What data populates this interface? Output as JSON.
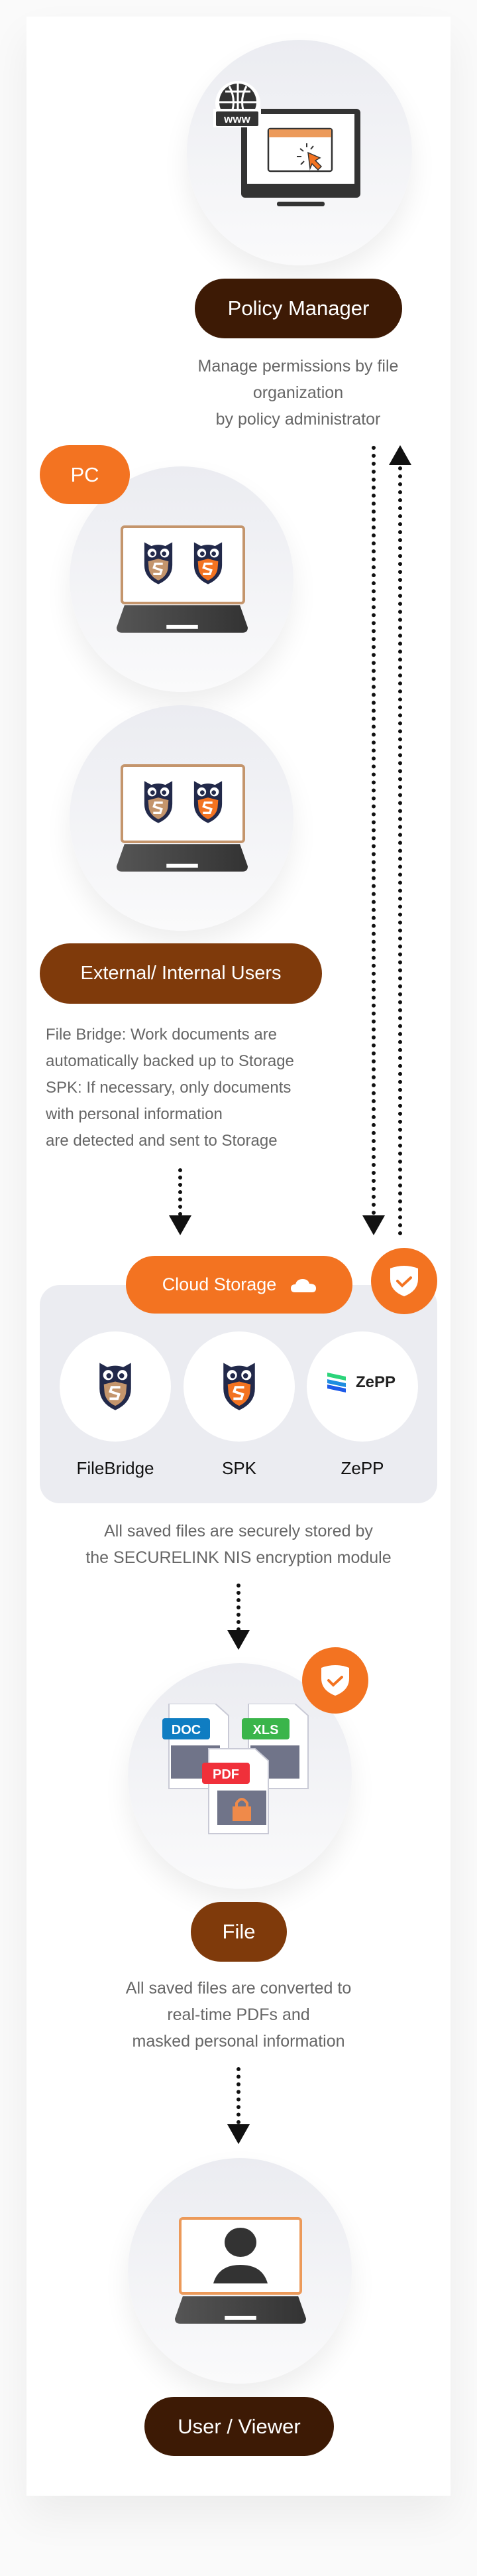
{
  "policy_manager": {
    "label": "Policy Manager",
    "icon_badge": "www",
    "description": [
      "Manage permissions by file",
      "organization",
      "by policy administrator"
    ]
  },
  "pc": {
    "label": "PC"
  },
  "users": {
    "label": "External/ Internal Users",
    "description": [
      "File Bridge: Work documents are",
      "automatically backed up to Storage",
      "SPK: If necessary, only documents",
      "with personal information",
      "are detected and sent to Storage"
    ]
  },
  "cloud_storage": {
    "label": "Cloud Storage",
    "products": [
      {
        "name": "FileBridge",
        "icon": "owl-tan-icon"
      },
      {
        "name": "SPK",
        "icon": "owl-orange-icon"
      },
      {
        "name": "ZePP",
        "icon": "zepp-logo",
        "logo_text": "ZePP"
      }
    ],
    "description": [
      "All saved files are securely stored by",
      "the SECURELINK NIS encryption module"
    ]
  },
  "file": {
    "label": "File",
    "doc_types": [
      "DOC",
      "XLS",
      "PDF"
    ],
    "description": [
      "All saved files are converted to",
      "real-time PDFs and",
      "masked personal information"
    ]
  },
  "viewer": {
    "label": "User / Viewer"
  },
  "colors": {
    "dark_brown": "#3d1a05",
    "brown": "#7f3a0b",
    "orange": "#f37321",
    "navy": "#22294a",
    "tan": "#c4956c"
  }
}
